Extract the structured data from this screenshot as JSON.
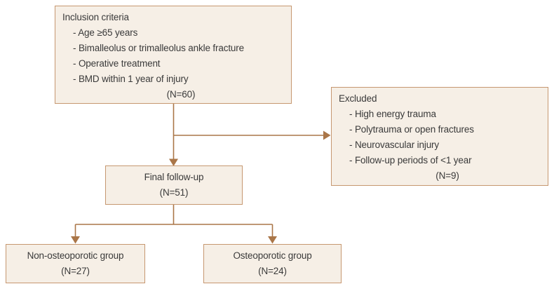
{
  "figure": {
    "type": "study-flow-diagram",
    "colors": {
      "background": "#ffffff",
      "box_fill": "#f6efe6",
      "box_border": "#c69770",
      "connector": "#aa7648",
      "text": "#3a3a3a"
    },
    "boxes": {
      "inclusion": {
        "title": "Inclusion criteria",
        "items": [
          "- Age ≥65 years",
          "- Bimalleolus or trimalleolus ankle fracture",
          "- Operative treatment",
          "- BMD within 1 year of injury"
        ],
        "count": "(N=60)"
      },
      "excluded": {
        "title": "Excluded",
        "items": [
          "- High energy trauma",
          "- Polytrauma or open fractures",
          "- Neurovascular injury",
          "- Follow-up periods of <1 year"
        ],
        "count": "(N=9)"
      },
      "final_follow_up": {
        "title": "Final follow-up",
        "count": "(N=51)"
      },
      "non_osteoporotic": {
        "title": "Non-osteoporotic group",
        "count": "(N=27)"
      },
      "osteoporotic": {
        "title": "Osteoporotic group",
        "count": "(N=24)"
      }
    }
  }
}
